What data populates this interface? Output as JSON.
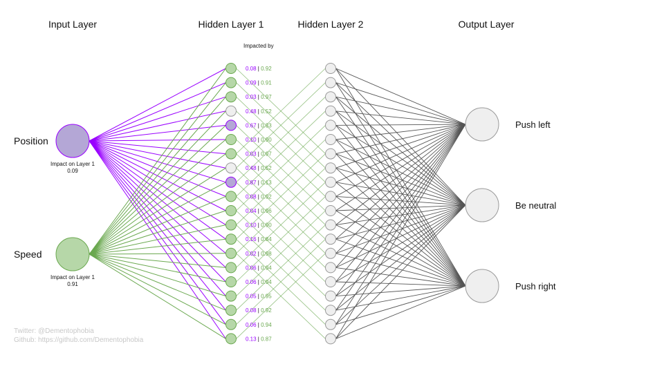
{
  "layer_titles": {
    "input": "Input Layer",
    "hidden1": "Hidden Layer 1",
    "hidden2": "Hidden Layer 2",
    "output": "Output Layer"
  },
  "impacted_by_label": "Impacted by",
  "inputs": [
    {
      "label": "Position",
      "impact_caption": "Impact on Layer 1",
      "impact_value": "0.09",
      "fill": "#b4a7d6",
      "stroke": "#9900ff",
      "edge_color": "#9900ff"
    },
    {
      "label": "Speed",
      "impact_caption": "Impact on Layer 1",
      "impact_value": "0.91",
      "fill": "#b6d7a8",
      "stroke": "#6aa84f",
      "edge_color": "#6aa84f"
    }
  ],
  "hidden1": [
    {
      "a": "0.08",
      "b": "0.92",
      "state": "green"
    },
    {
      "a": "0.09",
      "b": "0.91",
      "state": "green"
    },
    {
      "a": "0.03",
      "b": "0.97",
      "state": "green"
    },
    {
      "a": "0.48",
      "b": "0.52",
      "state": "grey"
    },
    {
      "a": "0.67",
      "b": "0.33",
      "state": "purple"
    },
    {
      "a": "0.10",
      "b": "0.90",
      "state": "green"
    },
    {
      "a": "0.03",
      "b": "0.97",
      "state": "green"
    },
    {
      "a": "0.48",
      "b": "0.52",
      "state": "grey"
    },
    {
      "a": "0.87",
      "b": "0.13",
      "state": "purple"
    },
    {
      "a": "0.08",
      "b": "0.92",
      "state": "green"
    },
    {
      "a": "0.04",
      "b": "0.96",
      "state": "green"
    },
    {
      "a": "0.10",
      "b": "0.90",
      "state": "green"
    },
    {
      "a": "0.16",
      "b": "0.84",
      "state": "green"
    },
    {
      "a": "0.02",
      "b": "0.98",
      "state": "green"
    },
    {
      "a": "0.06",
      "b": "0.94",
      "state": "green"
    },
    {
      "a": "0.06",
      "b": "0.94",
      "state": "green"
    },
    {
      "a": "0.05",
      "b": "0.95",
      "state": "green"
    },
    {
      "a": "0.08",
      "b": "0.92",
      "state": "green"
    },
    {
      "a": "0.06",
      "b": "0.94",
      "state": "green"
    },
    {
      "a": "0.13",
      "b": "0.87",
      "state": "green"
    }
  ],
  "hidden2_count": 20,
  "outputs": [
    {
      "label": "Push left"
    },
    {
      "label": "Be neutral"
    },
    {
      "label": "Push right"
    }
  ],
  "colors": {
    "purple": "#9900ff",
    "green": "#6aa84f",
    "node_green_fill": "#b6d7a8",
    "node_purple_fill": "#b4a7d6",
    "node_grey_fill": "#efefef",
    "node_grey_stroke": "#999999",
    "dark_edge": "#555555"
  },
  "credits": {
    "twitter": "Twitter: @Dementophobia",
    "github": "Github: https://github.com/Dementophobia"
  }
}
